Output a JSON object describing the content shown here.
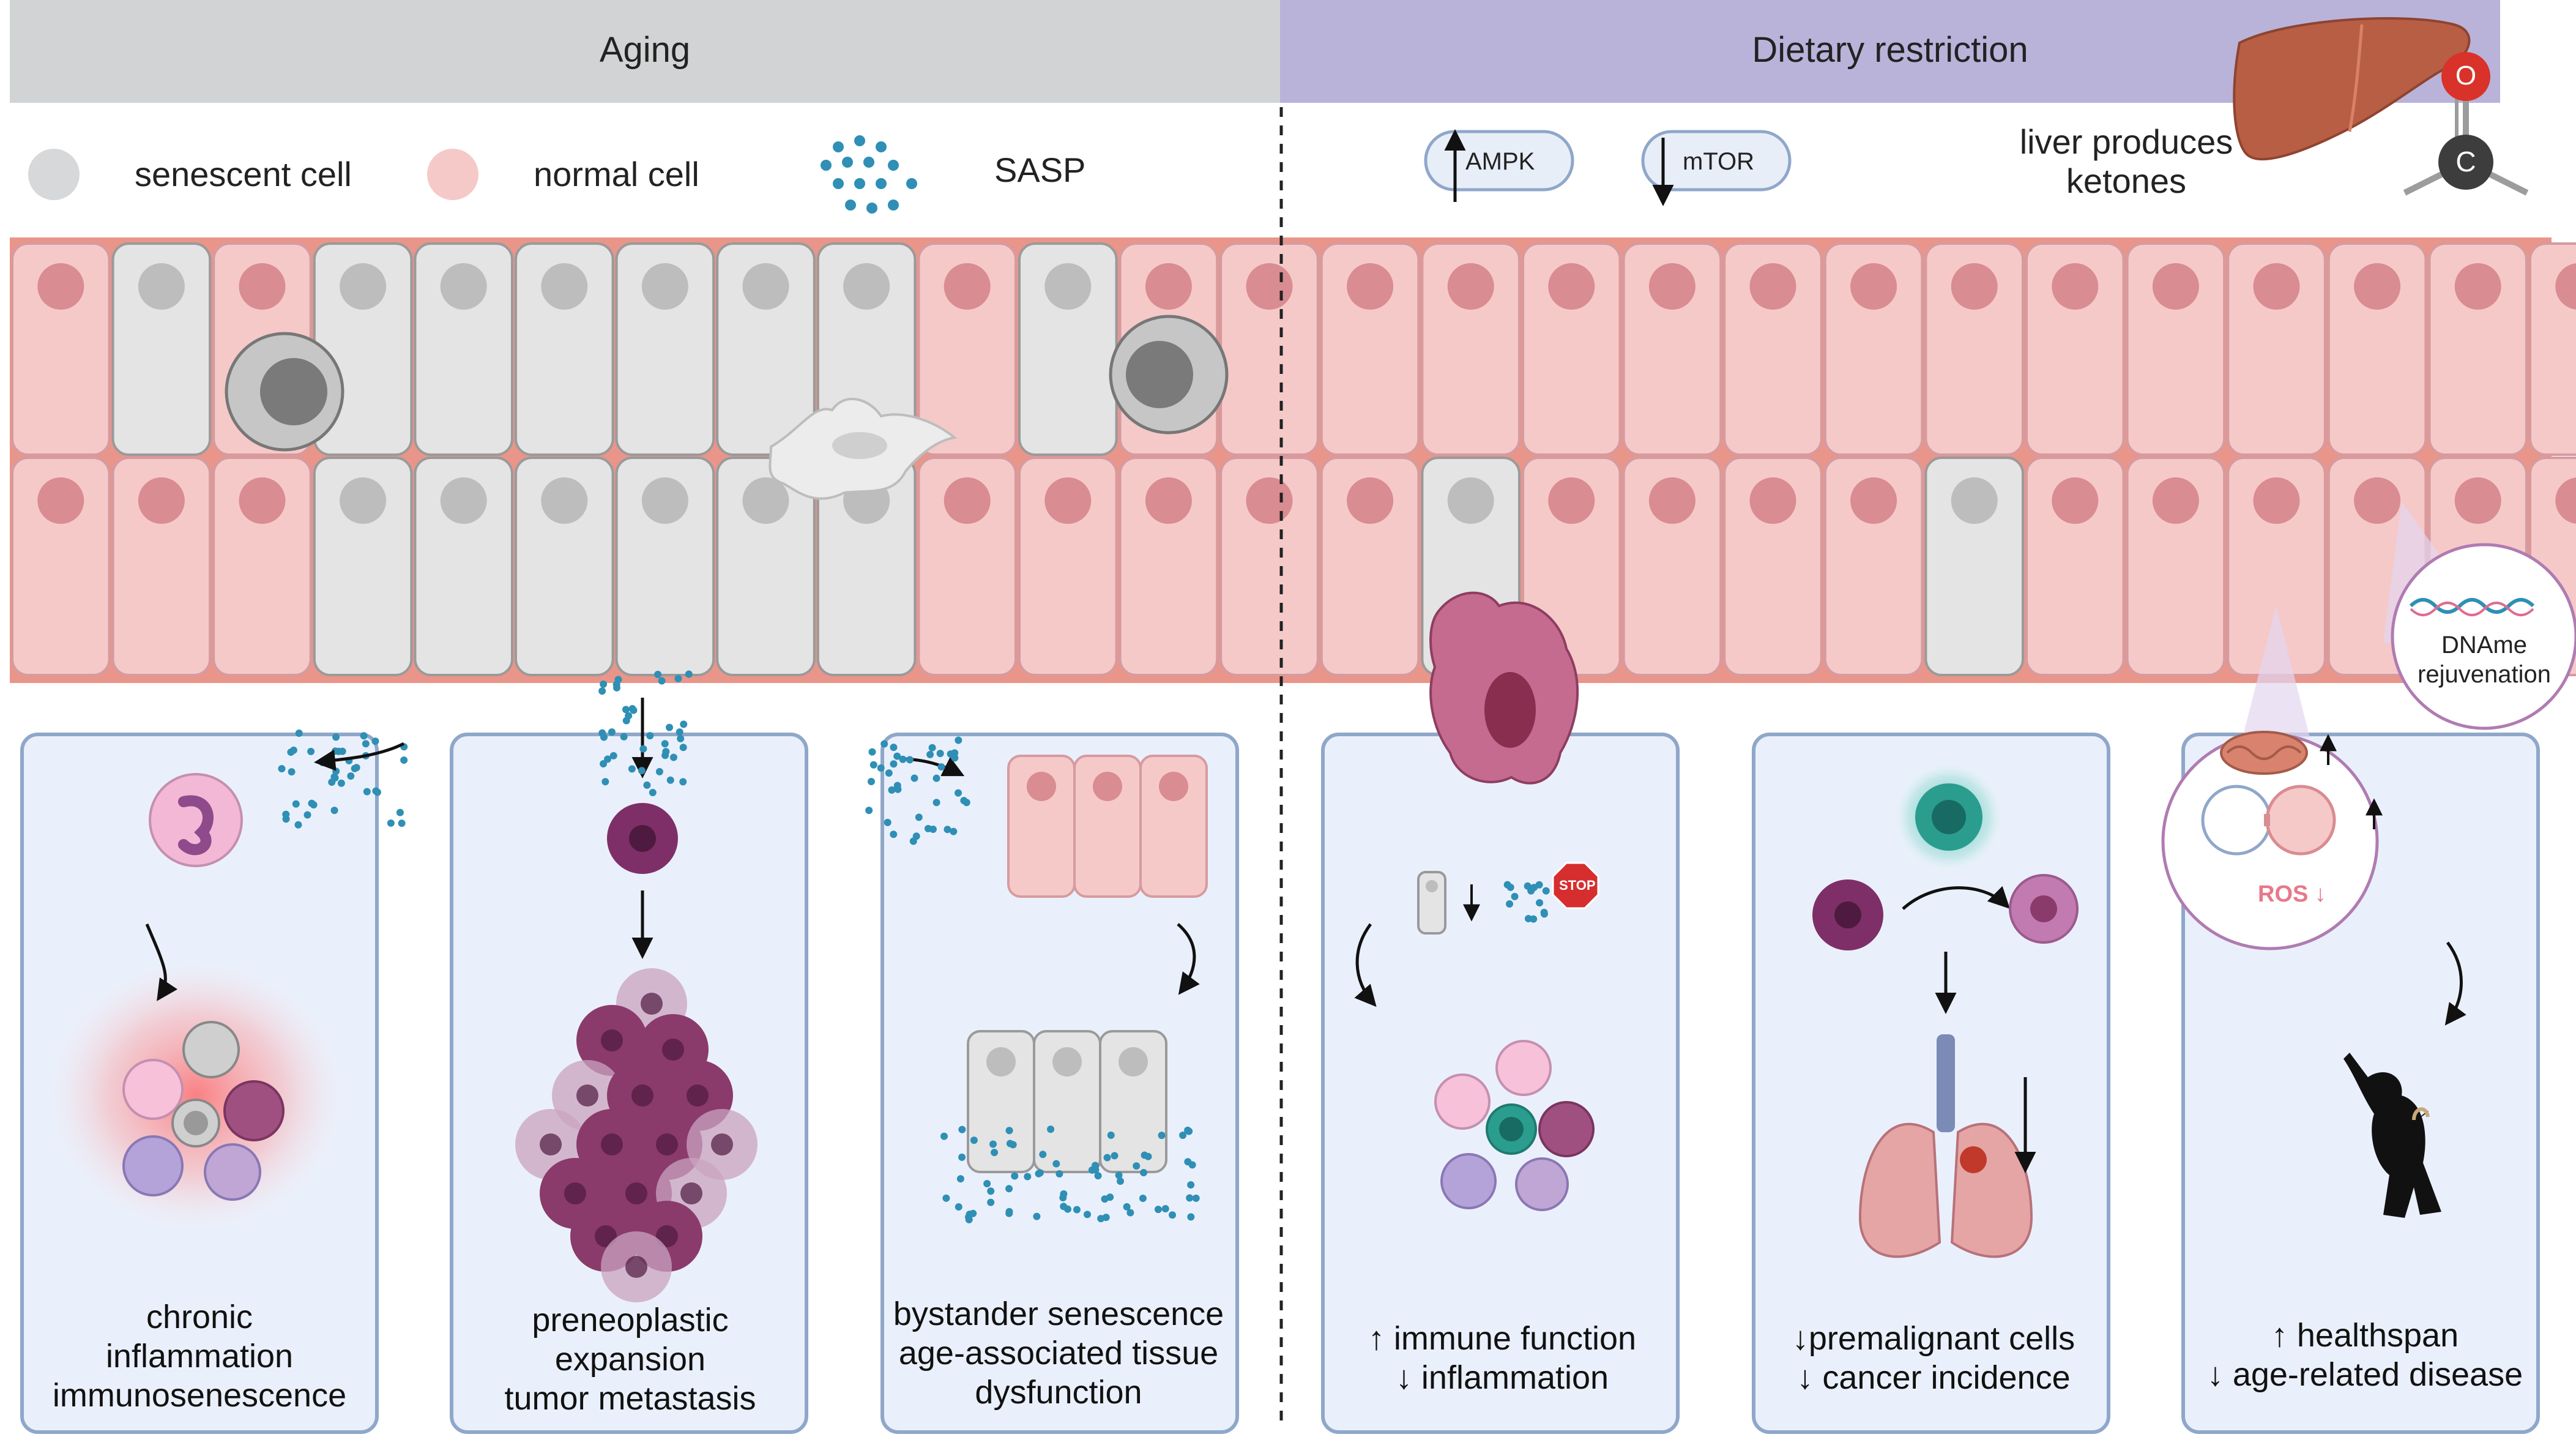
{
  "header": {
    "left_title": "Aging",
    "right_title": "Dietary restriction"
  },
  "legend": {
    "senescent_label": "senescent cell",
    "normal_label": "normal cell",
    "sasp_label": "SASP"
  },
  "signals": {
    "ampk_label": "AMPK",
    "mtor_label": "mTOR",
    "liver_line1": "liver produces",
    "liver_line2": "ketones",
    "ketone_top_atom": "O",
    "ketone_center_atom": "C"
  },
  "insets": {
    "dname_line1": "DNAme",
    "dname_line2": "rejuvenation",
    "ros_label": "ROS ↓",
    "stop_label": "STOP"
  },
  "panels": [
    {
      "line1": "chronic",
      "line2": "inflammation",
      "line3": "immunosenescence"
    },
    {
      "line1": "preneoplastic",
      "line2": "expansion",
      "line3": "tumor metastasis"
    },
    {
      "line1": "bystander senescence",
      "line2": "age-associated tissue",
      "line3": "dysfunction"
    },
    {
      "line1": "↑ immune function",
      "line2": "↓ inflammation",
      "line3": ""
    },
    {
      "line1": "↓premalignant cells",
      "line2": "↓ cancer incidence",
      "line3": ""
    },
    {
      "line1": "↑ healthspan",
      "line2": "↓ age-related disease",
      "line3": ""
    }
  ],
  "colors": {
    "aging_header": "#d1d3d4",
    "dr_header": "#b9b3da",
    "normal_cell": "#f6c9c9",
    "normal_nucleus": "#d98c91",
    "senescent_cell": "#e4e4e4",
    "senescent_nucleus": "#bdbdbd",
    "sasp_dots": "#2f8fb5",
    "panel_fill": "#eaf0fb",
    "panel_border": "#8fa7c9",
    "tumor": "#8a3a6b"
  }
}
